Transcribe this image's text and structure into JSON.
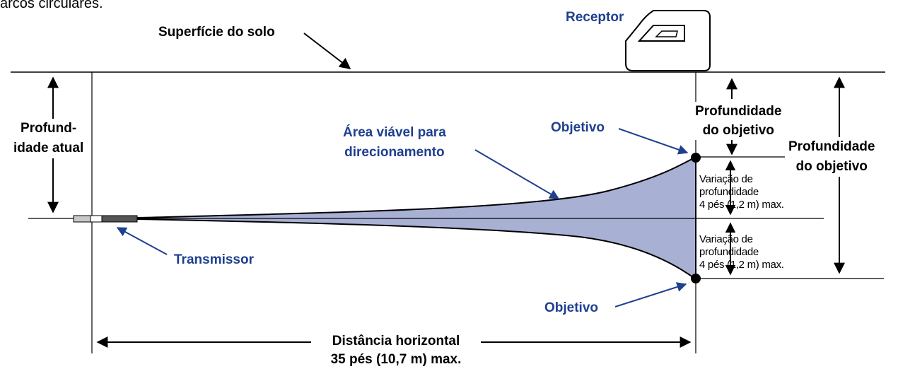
{
  "header_fragment": "arcos circulares.",
  "labels": {
    "ground_surface": "Superfície do solo",
    "receiver": "Receptor",
    "current_depth": "Profund-\nidade atual",
    "steering_area": "Área viável para\ndirecionamento",
    "target_top": "Objetivo",
    "target_bottom": "Objetivo",
    "target_depth_small": "Profundidade\ndo objetivo",
    "target_depth_large": "Profundidade\ndo objetivo",
    "depth_variation_upper": "Variação de\nprofundidade\n4 pés (1,2 m) max.",
    "depth_variation_lower": "Variação de\nprofundidade\n4 pés (1,2 m) max.",
    "transmitter": "Transmissor",
    "horizontal_distance_line1": "Distância horizontal",
    "horizontal_distance_line2": "35 pés (10,7 m) max."
  },
  "colors": {
    "label_blue": "#1f3f8f",
    "steering_area_fill": "#a8b0d4",
    "line": "#000000"
  }
}
